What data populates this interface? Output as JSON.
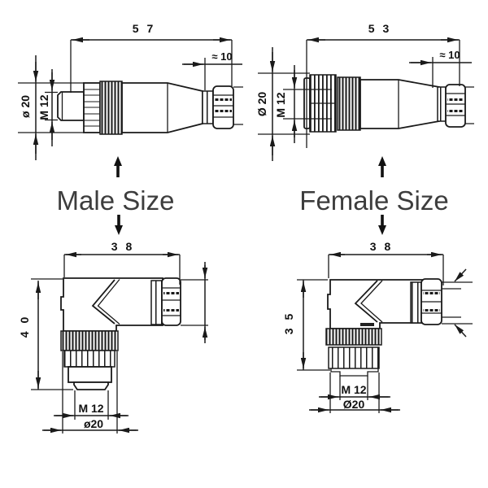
{
  "drawing": {
    "male_straight": {
      "length": "5 7",
      "tail_length": "≈ 10",
      "diameter": "ø 20",
      "thread": "M 12"
    },
    "female_straight": {
      "length": "5 3",
      "tail_length": "≈ 10",
      "diameter": "Ø 20",
      "thread": "M 12"
    },
    "male_angled": {
      "width": "3 8",
      "height": "4 0",
      "thread": "M 12",
      "diameter": "ø20"
    },
    "female_angled": {
      "width": "3 8",
      "height": "3 5",
      "thread": "M 12",
      "diameter": "Ø20"
    },
    "labels": {
      "male": "Male Size",
      "female": "Female Size"
    },
    "colors": {
      "line": "#1a1a1a",
      "label_text": "#3d3d3d"
    }
  }
}
